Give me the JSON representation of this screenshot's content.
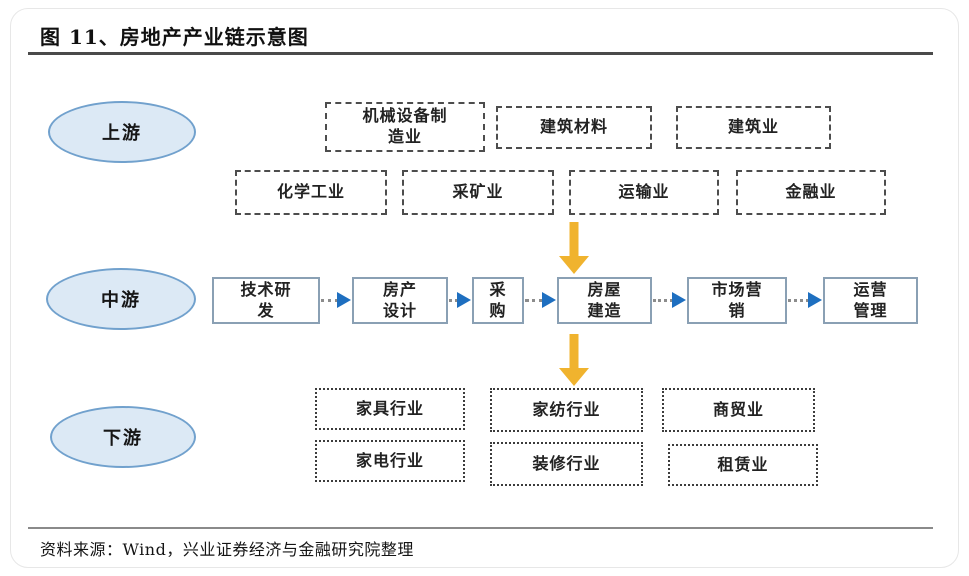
{
  "page": {
    "title": "图 11、房地产产业链示意图",
    "source": "资料来源：Wind，兴业证券经济与金融研究院整理"
  },
  "stages": {
    "upstream": "上游",
    "midstream": "中游",
    "downstream": "下游"
  },
  "upstream": {
    "row1": [
      "机械设备制造业",
      "建筑材料",
      "建筑业"
    ],
    "row2": [
      "化学工业",
      "采矿业",
      "运输业",
      "金融业"
    ]
  },
  "midstream": [
    "技术研发",
    "房产设计",
    "采购",
    "房屋建造",
    "市场营销",
    "运营管理"
  ],
  "downstream": {
    "row1": [
      "家具行业",
      "家纺行业",
      "商贸业"
    ],
    "row2": [
      "家电行业",
      "装修行业",
      "租赁业"
    ]
  },
  "colors": {
    "ellipse_fill": "#dce9f5",
    "ellipse_border": "#71a1cd",
    "midstream_box_border": "#8aa0b4",
    "flow_arrow_yellow": "#f0b32e",
    "connector_arrow_blue": "#1e6fc0"
  }
}
